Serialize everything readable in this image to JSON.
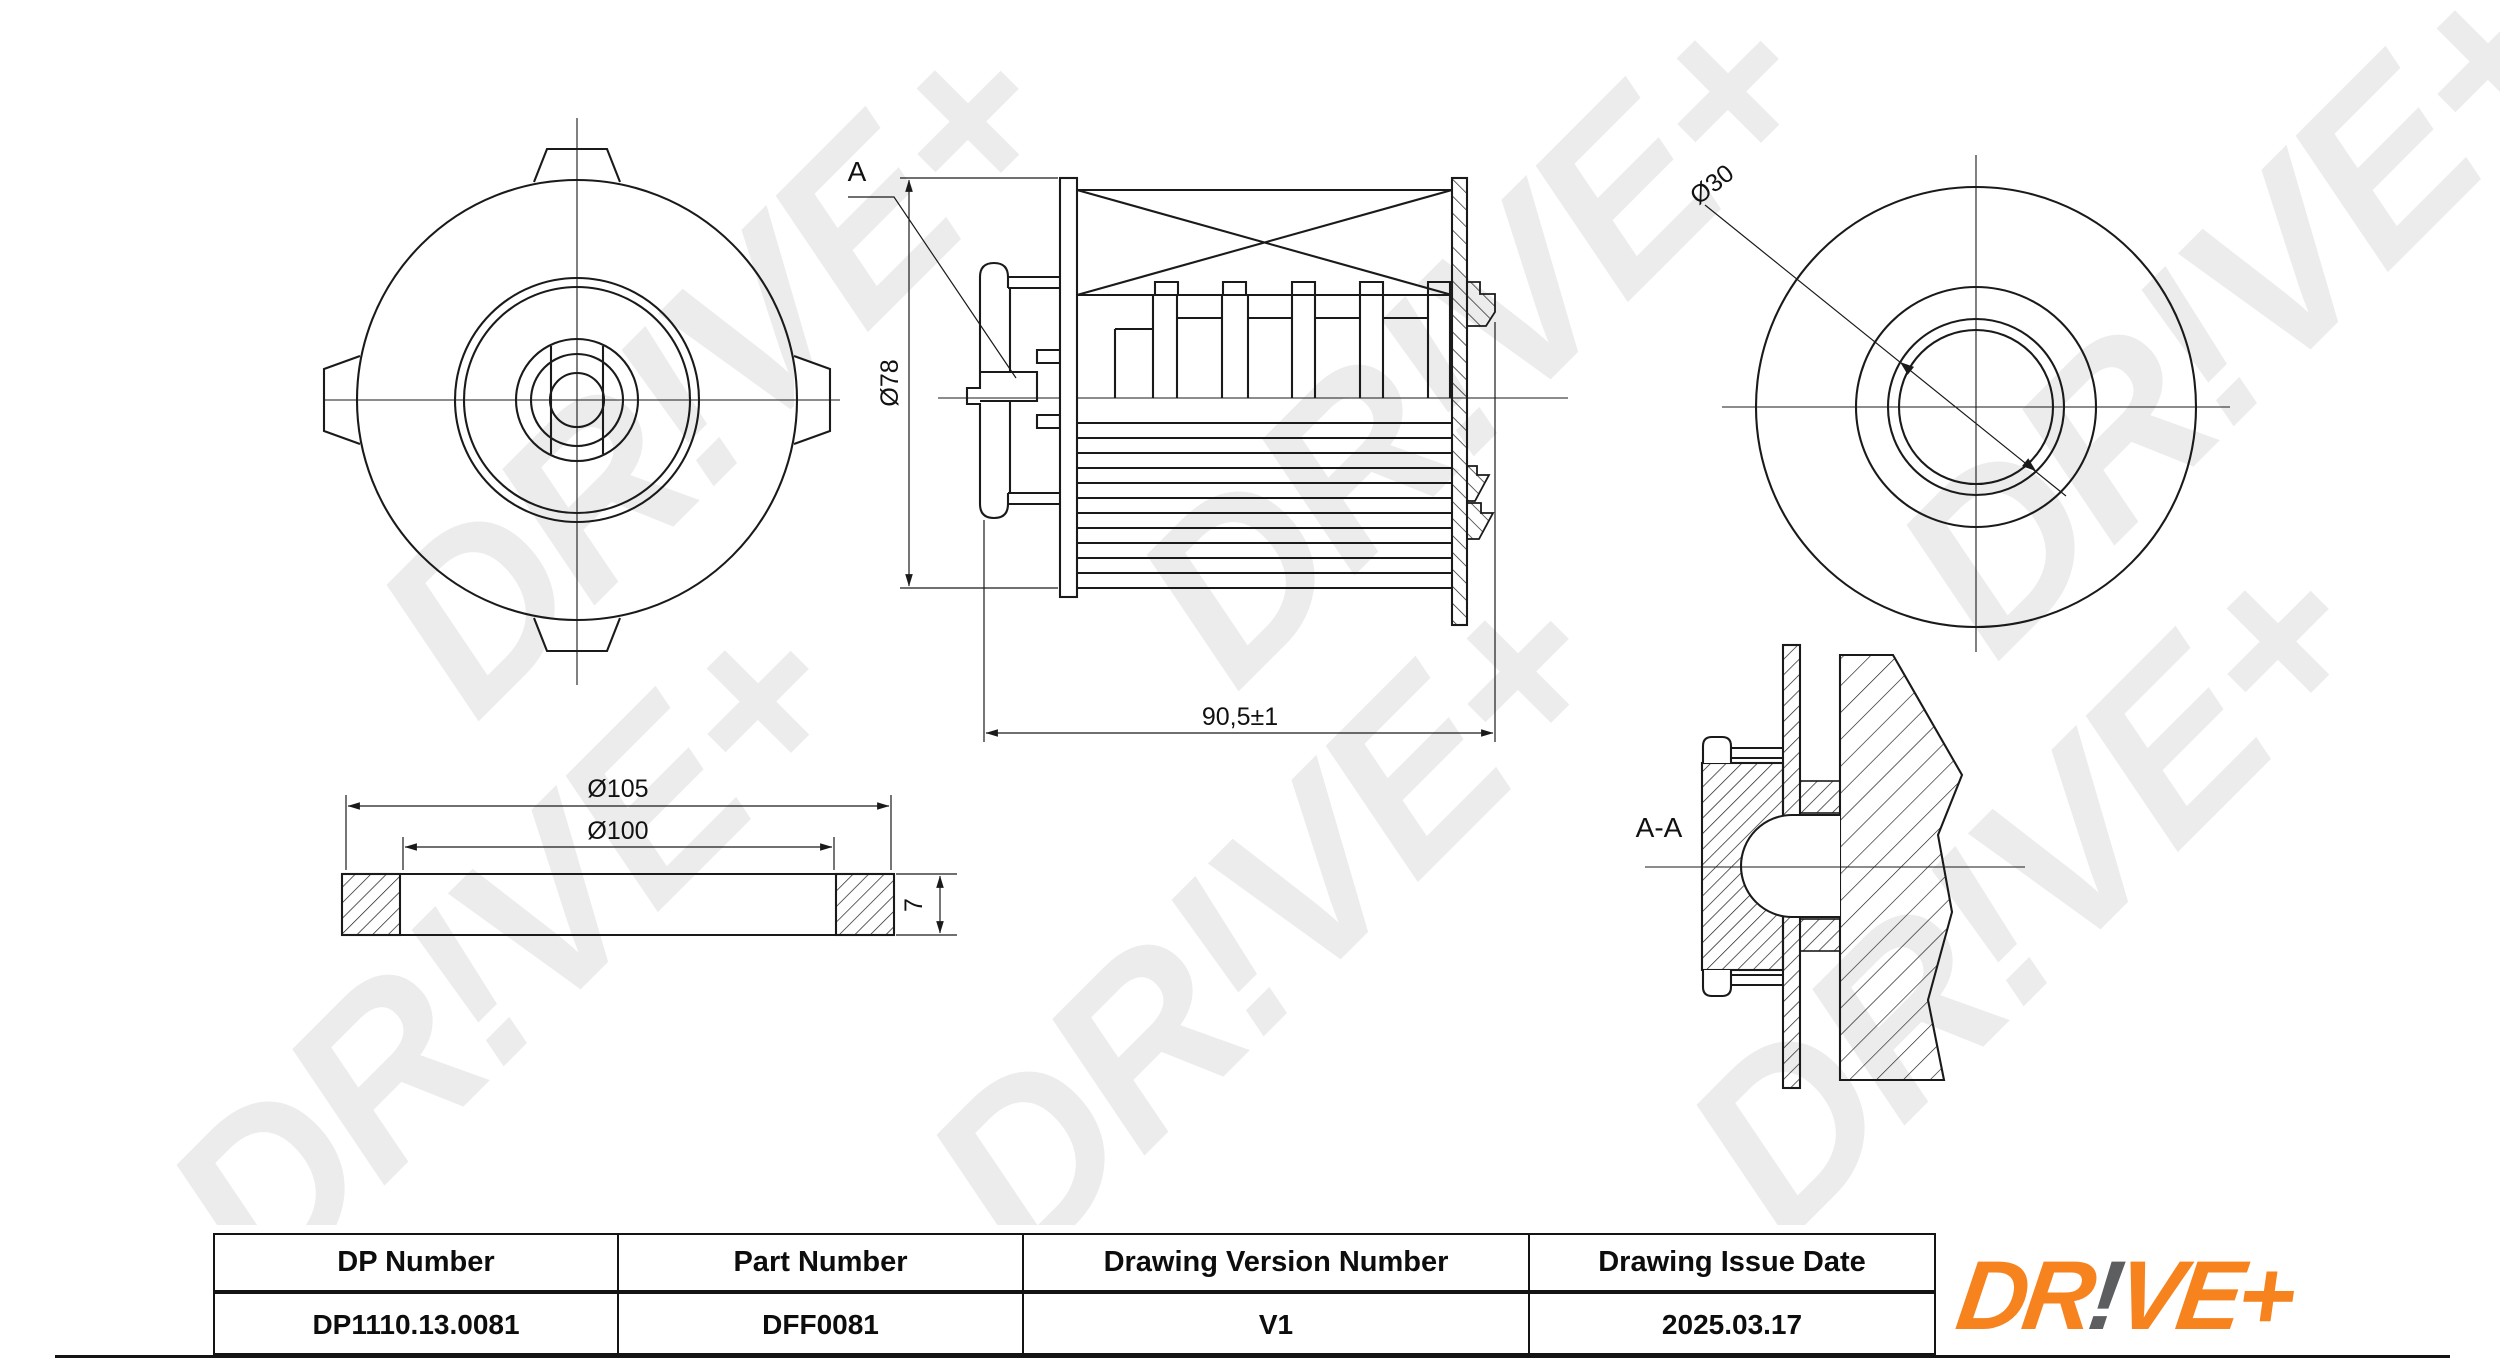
{
  "drawing": {
    "dimensions": {
      "section_label": "A",
      "filter_diameter": "Ø78",
      "filter_length": "90,5±1",
      "bore_diameter": "Ø30",
      "seal_outer_diameter": "Ø105",
      "seal_inner_diameter": "Ø100",
      "seal_thickness": "7",
      "section_view_label": "A-A"
    },
    "watermark": {
      "text": "DR!VE+",
      "color": "#ececec"
    },
    "line_color": "#1a1a1a"
  },
  "title_block": {
    "headers": [
      "DP Number",
      "Part Number",
      "Drawing Version Number",
      "Drawing Issue Date"
    ],
    "values": [
      "DP1110.13.0081",
      "DFF0081",
      "V1",
      "2025.03.17"
    ]
  },
  "logo": {
    "text_primary": "DR",
    "text_bang": "!",
    "text_secondary": "VE+",
    "orange": "#F6831D",
    "gray": "#5C5E60"
  }
}
